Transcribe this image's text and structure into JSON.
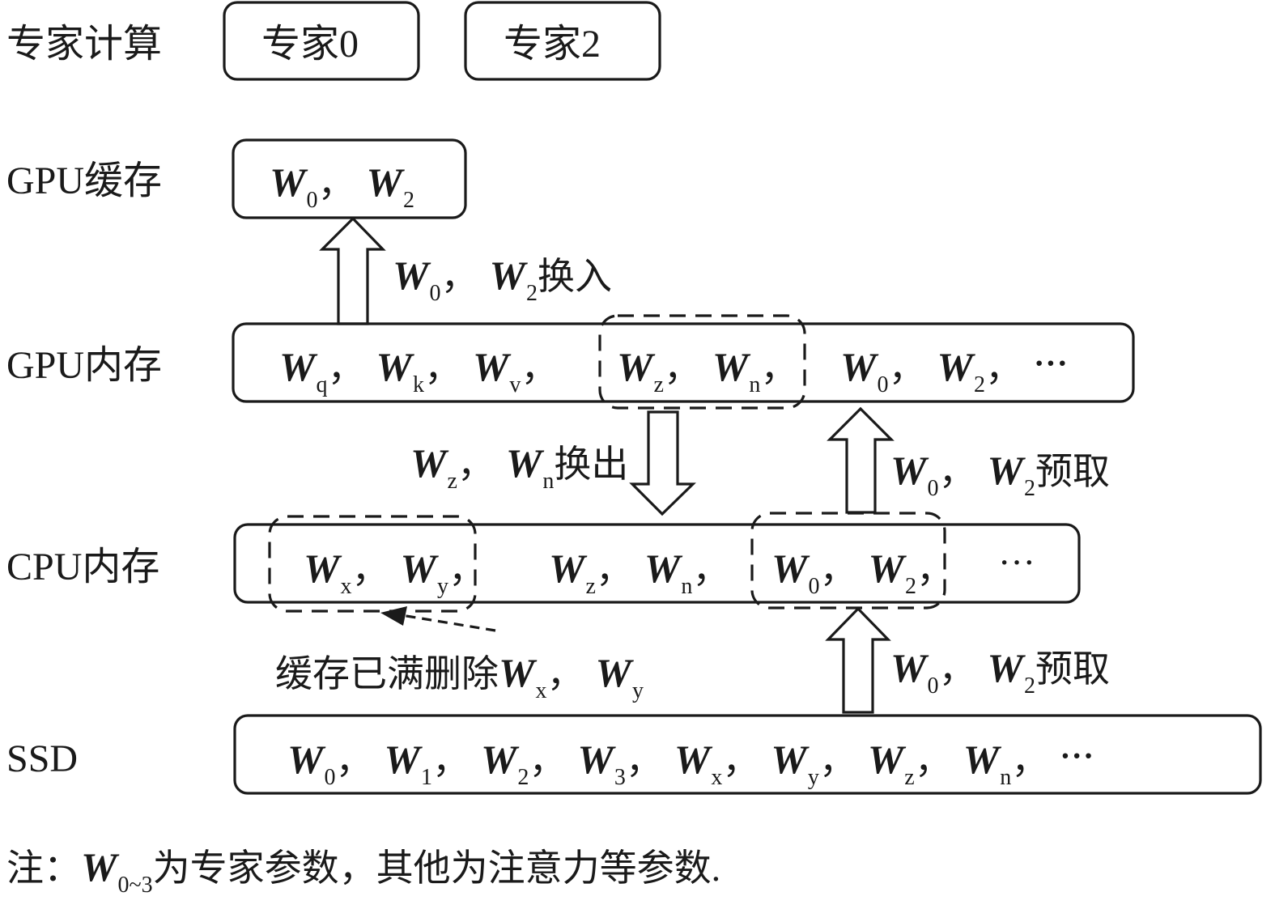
{
  "rows": {
    "expert_compute": {
      "label": "专家计算",
      "boxes": [
        "专家0",
        "专家2"
      ]
    },
    "gpu_cache": {
      "label": "GPU缓存",
      "items": [
        {
          "sym": "W",
          "sub": "0",
          "sep": "，"
        },
        {
          "sym": "W",
          "sub": "2",
          "sep": ""
        }
      ]
    },
    "gpu_memory": {
      "label": "GPU内存",
      "group_a": [
        {
          "sym": "W",
          "sub": "q",
          "sep": "，"
        },
        {
          "sym": "W",
          "sub": "k",
          "sep": "，"
        },
        {
          "sym": "W",
          "sub": "v",
          "sep": "，"
        }
      ],
      "group_b": [
        {
          "sym": "W",
          "sub": "z",
          "sep": "，"
        },
        {
          "sym": "W",
          "sub": "n",
          "sep": "，"
        }
      ],
      "group_c": [
        {
          "sym": "W",
          "sub": "0",
          "sep": "，"
        },
        {
          "sym": "W",
          "sub": "2",
          "sep": "，"
        }
      ],
      "ellipsis": "···"
    },
    "cpu_memory": {
      "label": "CPU内存",
      "group_a": [
        {
          "sym": "W",
          "sub": "x",
          "sep": "，"
        },
        {
          "sym": "W",
          "sub": "y",
          "sep": "，"
        }
      ],
      "group_b": [
        {
          "sym": "W",
          "sub": "z",
          "sep": "，"
        },
        {
          "sym": "W",
          "sub": "n",
          "sep": "，"
        }
      ],
      "group_c": [
        {
          "sym": "W",
          "sub": "0",
          "sep": "，"
        },
        {
          "sym": "W",
          "sub": "2",
          "sep": "，"
        }
      ],
      "ellipsis": "···"
    },
    "ssd": {
      "label": "SSD",
      "items": [
        {
          "sym": "W",
          "sub": "0",
          "sep": "，"
        },
        {
          "sym": "W",
          "sub": "1",
          "sep": "，"
        },
        {
          "sym": "W",
          "sub": "2",
          "sep": "，"
        },
        {
          "sym": "W",
          "sub": "3",
          "sep": "，"
        },
        {
          "sym": "W",
          "sub": "x",
          "sep": "，"
        },
        {
          "sym": "W",
          "sub": "y",
          "sep": "，"
        },
        {
          "sym": "W",
          "sub": "z",
          "sep": "，"
        },
        {
          "sym": "W",
          "sub": "n",
          "sep": "，"
        }
      ],
      "ellipsis": "···"
    }
  },
  "arrows": {
    "swap_in": {
      "w1": "W",
      "s1": "0",
      "sep": "，",
      "w2": "W",
      "s2": "2",
      "text": "换入"
    },
    "swap_out": {
      "w1": "W",
      "s1": "z",
      "sep": "，",
      "w2": "W",
      "s2": "n",
      "text": "换出"
    },
    "prefetch_gpu": {
      "w1": "W",
      "s1": "0",
      "sep": "，",
      "w2": "W",
      "s2": "2",
      "text": "预取"
    },
    "prefetch_cpu": {
      "w1": "W",
      "s1": "0",
      "sep": "，",
      "w2": "W",
      "s2": "2",
      "text": "预取"
    },
    "evict": {
      "text": "缓存已满删除",
      "w1": "W",
      "s1": "x",
      "sep": "，",
      "w2": "W",
      "s2": "y"
    }
  },
  "note": {
    "prefix": "注：",
    "sym": "W",
    "sub": "0~3",
    "text": "为专家参数，其他为注意力等参数."
  }
}
